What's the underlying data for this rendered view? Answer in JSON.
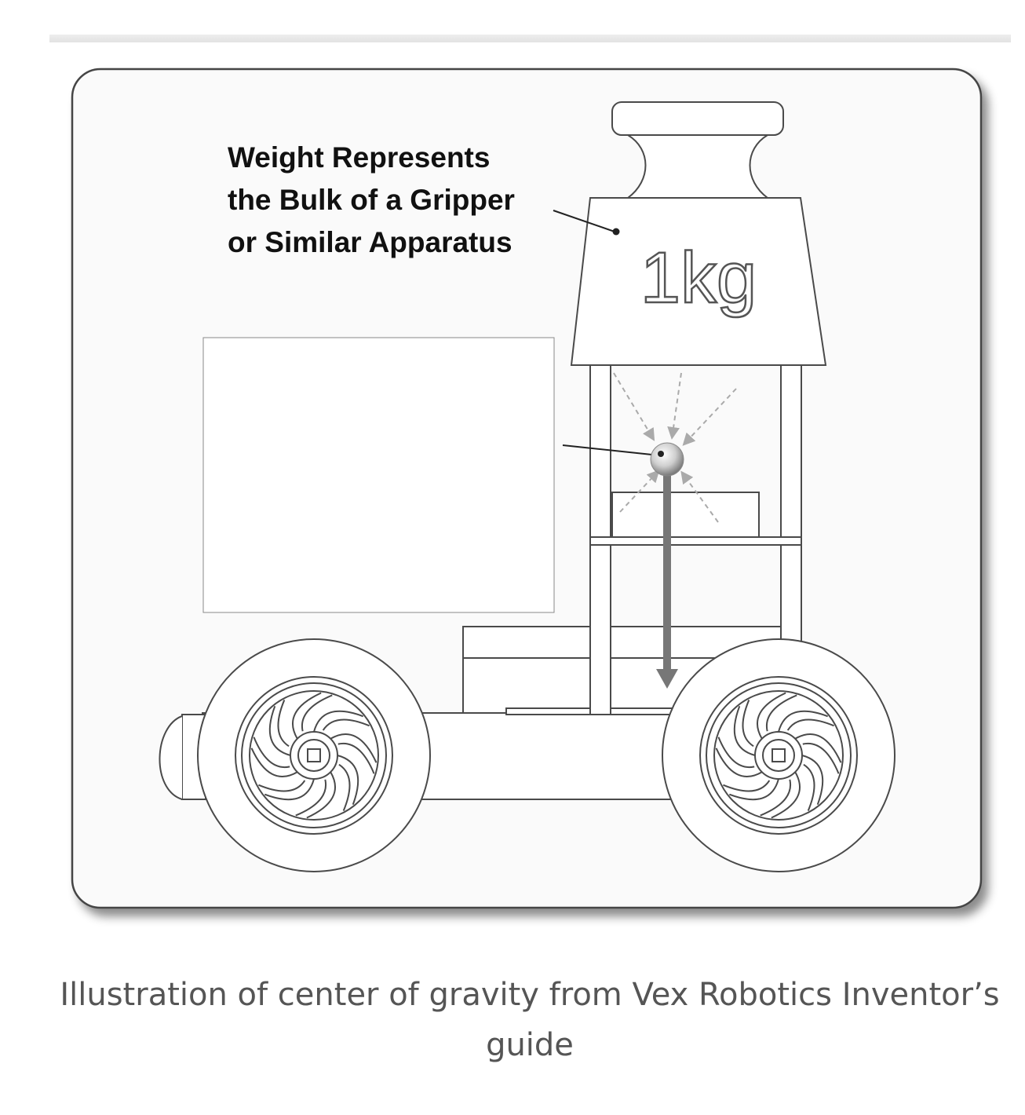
{
  "figure": {
    "weight_label_lines": [
      "Weight Represents",
      "the Bulk of a Gripper",
      "or Similar Apparatus"
    ],
    "weight_mark": "1kg"
  },
  "caption": "Illustration of center of gravity from Vex Robotics Inventor’s guide"
}
